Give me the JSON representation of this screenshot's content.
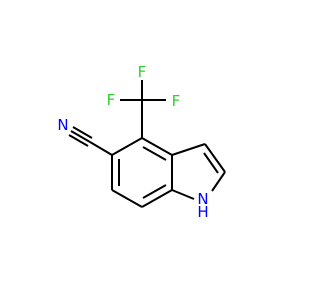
{
  "molecule": {
    "atoms": {
      "f_top": {
        "text": "F",
        "color": "#33cc33"
      },
      "f_left": {
        "text": "F",
        "color": "#33cc33"
      },
      "f_right": {
        "text": "F",
        "color": "#33cc33"
      },
      "nitrile_n": {
        "text": "N",
        "color": "#0000ff"
      },
      "indole_nh": {
        "text": "N",
        "color": "#0000ff"
      },
      "indole_h": {
        "text": "H",
        "color": "#0000ff"
      }
    },
    "colors": {
      "bond": "#000000",
      "fluorine": "#33cc33",
      "nitrogen": "#0000ff"
    }
  }
}
